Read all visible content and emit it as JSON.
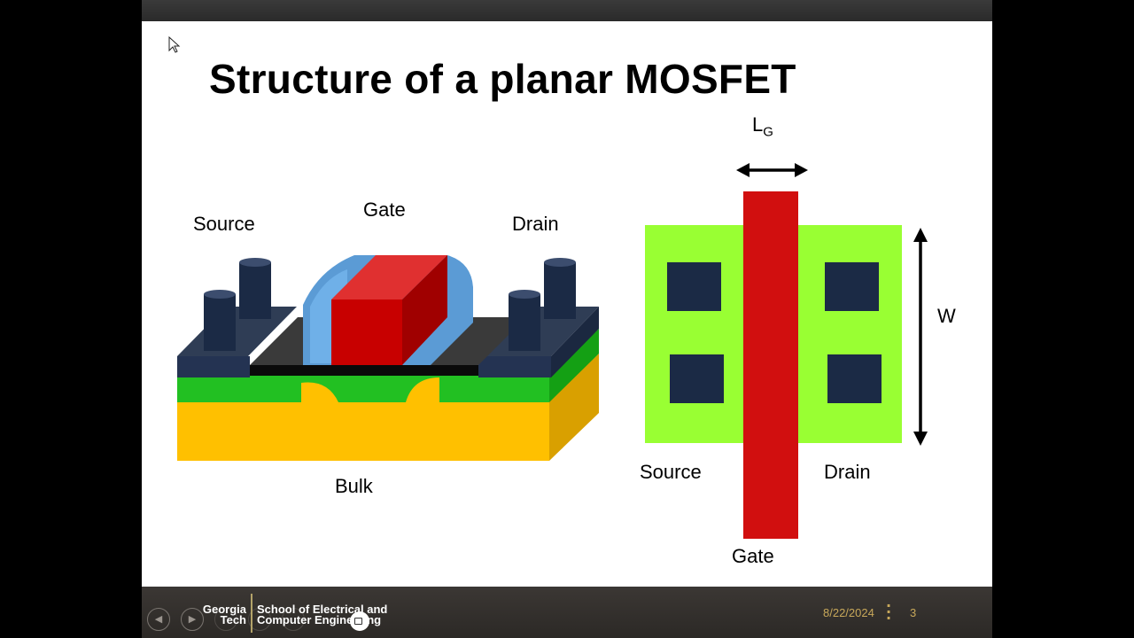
{
  "slide": {
    "title": "Structure of a planar MOSFET",
    "cross_section": {
      "source_label": "Source",
      "gate_label": "Gate",
      "drain_label": "Drain",
      "bulk_label": "Bulk"
    },
    "top_view": {
      "lg_label_main": "L",
      "lg_label_sub": "G",
      "w_label": "W",
      "source_label": "Source",
      "drain_label": "Drain",
      "gate_label": "Gate"
    }
  },
  "footer": {
    "logo_line1": "Georgia",
    "logo_line2": "Tech",
    "school_line1": "School of Electrical and",
    "school_line2": "Computer Engineering",
    "date": "8/22/2024",
    "page_number": "3"
  },
  "icons": {
    "prev": "prev-slide-icon",
    "next": "next-slide-icon",
    "camera": "camera-icon",
    "cursor": "mouse-cursor-icon"
  },
  "colors": {
    "gate": "#d10f0f",
    "spacer": "#5b9bd5",
    "contact": "#1b2a45",
    "source_drain": "#2ec82e",
    "bulk": "#ffc000",
    "active_area": "#99ff33",
    "footer_accent": "#c8a85a"
  }
}
